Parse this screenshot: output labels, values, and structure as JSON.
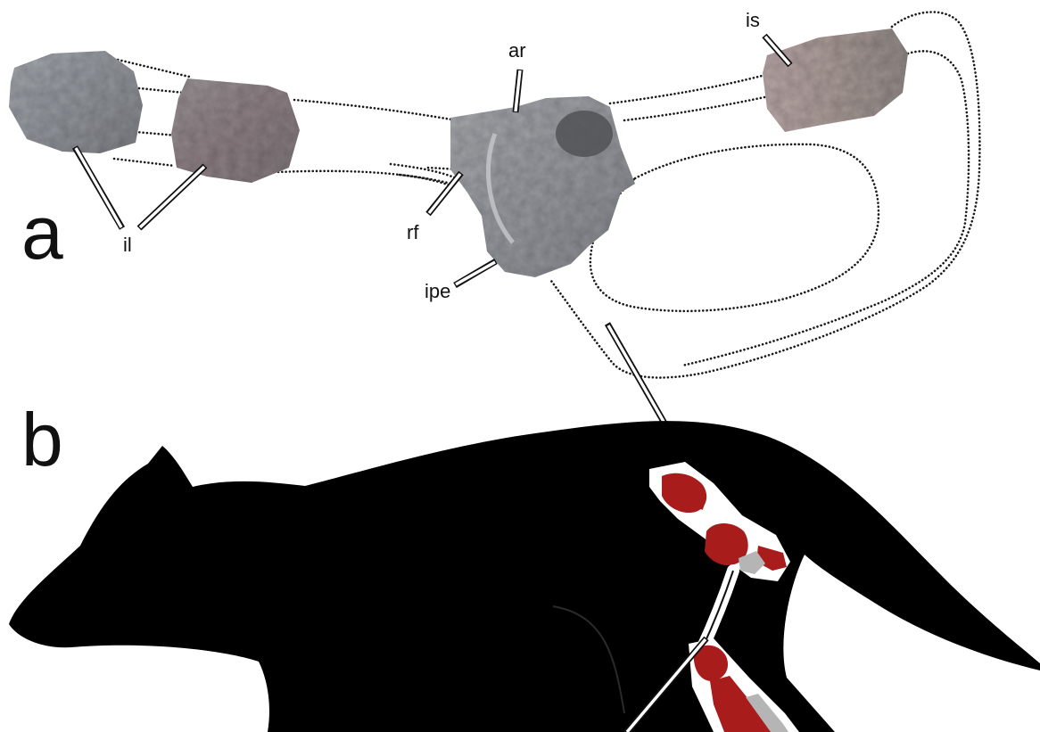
{
  "panels": {
    "a": "a",
    "b": "b"
  },
  "labels": {
    "il": "il",
    "ar": "ar",
    "is": "is",
    "rf": "rf",
    "ipe": "ipe"
  },
  "colors": {
    "background": "#ffffff",
    "silhouette": "#000000",
    "bone_red": "#a81c1c",
    "bone_white": "#ffffff",
    "bone_grey": "#b5b5b5",
    "fossil_grey": "#8f9296"
  }
}
